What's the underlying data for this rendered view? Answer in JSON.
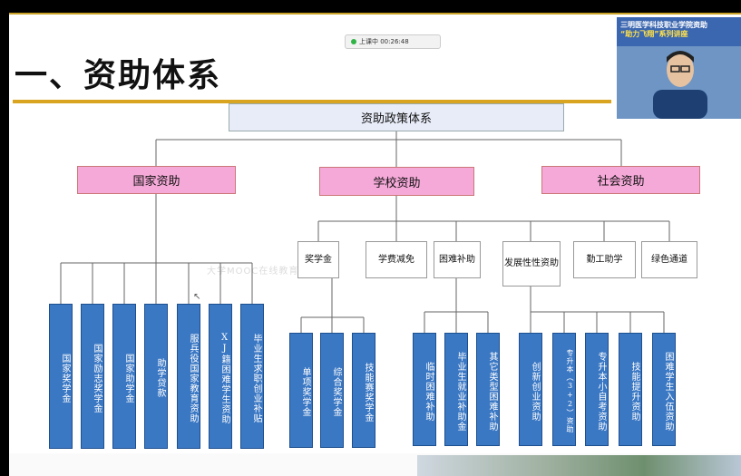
{
  "meeting_bar": {
    "status": "上课中 00:26:48"
  },
  "slide": {
    "title": "一、资助体系",
    "watermark": "大学MOOC在线教育",
    "webcam_banner_line1": "三明医学科技职业学院资助",
    "webcam_banner_line2": "“助力飞翔”系列讲座"
  },
  "org_chart": {
    "root": "资助政策体系",
    "level1": [
      "国家资助",
      "学校资助",
      "社会资助"
    ],
    "national_items": [
      "国家奖学金",
      "国家励志奖学金",
      "国家助学金",
      "助学贷款",
      "服兵役国家教育资助",
      "XJ籍困难学生资助",
      "毕业生求职创业补贴"
    ],
    "school_items": [
      "奖学金",
      "学费减免",
      "困难补助",
      "发展性性资助",
      "勤工助学",
      "绿色通道"
    ],
    "scholarship_items": [
      "单项奖学金",
      "综合奖学金",
      "技能赛奖学金"
    ],
    "hardship_items": [
      "临时困难补助",
      "毕业生就业补助金",
      "其它类型困难补助"
    ],
    "development_items": [
      "创新创业资助",
      "专升本（3+2）资助",
      "专升本小自考资助",
      "技能提升资助",
      "困难学生入伍资助"
    ]
  },
  "colors": {
    "level1_fill": "#f5a9d8",
    "leaf_fill": "#3b78c4",
    "root_fill": "#e8ecf8",
    "title_underline": "#d9a41f"
  }
}
